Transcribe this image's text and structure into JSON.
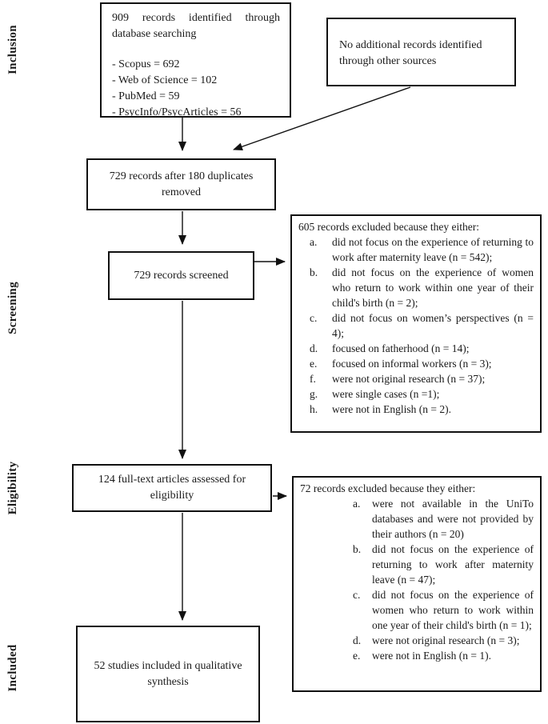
{
  "stage_labels": [
    "Inclusion",
    "Screening",
    "Eligibility",
    "Included"
  ],
  "boxes": {
    "identified": {
      "title": "909 records identified through database searching",
      "sources": [
        "- Scopus = 692",
        "- Web of Science = 102",
        "- PubMed = 59",
        "- PsycInfo/PsycArticles = 56"
      ]
    },
    "no_additional": {
      "text": "No additional records identified through other sources"
    },
    "duplicates": {
      "text": "729 records after 180 duplicates removed"
    },
    "screened": {
      "text": "729 records screened"
    },
    "excluded_screening": {
      "header": "605 records excluded because they either:",
      "items": [
        {
          "m": "a.",
          "t": "did not focus on the experience of returning to work after maternity leave (n = 542);"
        },
        {
          "m": "b.",
          "t": "did not focus on the experience of women who return to work within one year of their child's birth (n = 2);"
        },
        {
          "m": "c.",
          "t": "did not focus on women’s perspectives (n = 4);"
        },
        {
          "m": "d.",
          "t": "focused on fatherhood (n = 14);"
        },
        {
          "m": "e.",
          "t": "focused on informal workers (n = 3);"
        },
        {
          "m": "f.",
          "t": "were not original research (n = 37);"
        },
        {
          "m": "g.",
          "t": "were single cases (n =1);"
        },
        {
          "m": "h.",
          "t": "were not in English (n = 2)."
        }
      ]
    },
    "eligibility": {
      "text": "124 full-text articles assessed for eligibility"
    },
    "excluded_eligibility": {
      "header": "72 records excluded because they either:",
      "items": [
        {
          "m": "a.",
          "t": "were not available in the UniTo databases and were not provided by their authors (n = 20)"
        },
        {
          "m": "b.",
          "t": "did not focus on the experience of returning to work after maternity leave (n = 47);"
        },
        {
          "m": "c.",
          "t": "did not focus on the experience of women who return to work within one year of their child's birth (n = 1);"
        },
        {
          "m": "d.",
          "t": "were not original research (n = 3);"
        },
        {
          "m": "e.",
          "t": "were not in English (n = 1)."
        }
      ]
    },
    "included": {
      "text": "52 studies included in qualitative synthesis"
    }
  }
}
